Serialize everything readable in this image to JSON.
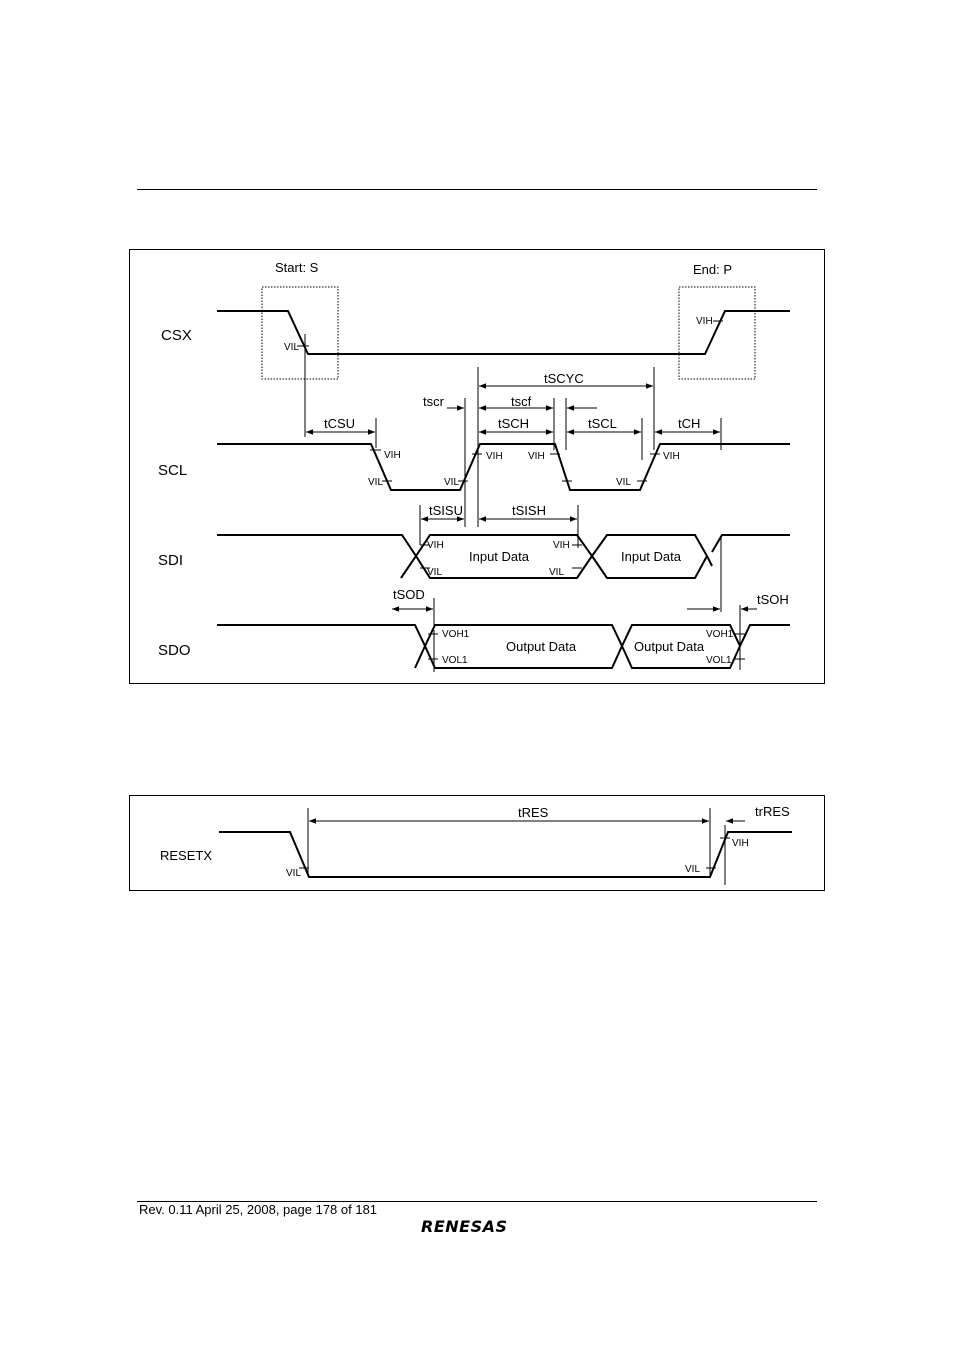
{
  "diagram1": {
    "markers": {
      "start": "Start: S",
      "end": "End: P"
    },
    "signals": [
      "CSX",
      "SCL",
      "SDI",
      "SDO"
    ],
    "timing": {
      "tscyc": "tSCYC",
      "tscr": "tscr",
      "tscf": "tscf",
      "tcsu": "tCSU",
      "tsch": "tSCH",
      "tscl": "tSCL",
      "tch": "tCH",
      "tsisu": "tSISU",
      "tsish": "tSISH",
      "tsod": "tSOD",
      "tsoh": "tSOH"
    },
    "levels": {
      "vih": "VIH",
      "vil": "VIL",
      "voh1": "VOH1",
      "vol1": "VOL1"
    },
    "data_labels": {
      "input": "Input Data",
      "output": "Output Data"
    }
  },
  "diagram2": {
    "signal": "RESETX",
    "timing": {
      "tres": "tRES",
      "trres": "trRES"
    },
    "levels": {
      "vil": "VIL",
      "vih": "VIH"
    }
  },
  "footer": {
    "text": "Rev. 0.11 April 25, 2008, page 178 of 181",
    "logo": "RENESAS"
  }
}
